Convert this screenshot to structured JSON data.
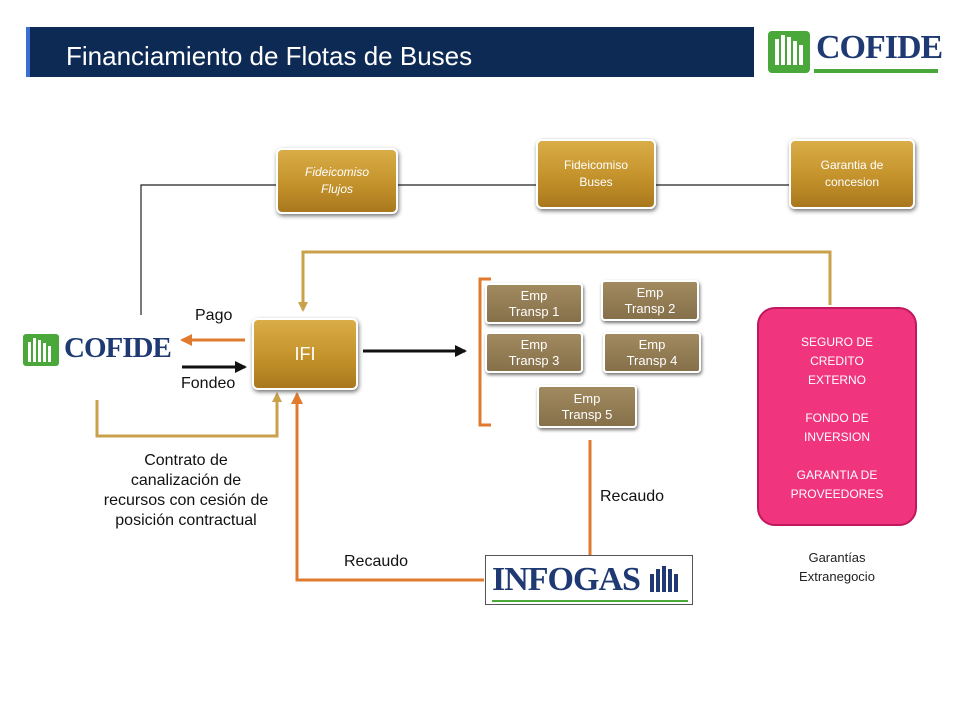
{
  "slide": {
    "title": "Financiamiento de Flotas de Buses"
  },
  "logos": {
    "cofide_text": "COFIDE",
    "infogas_text": "INFOGAS"
  },
  "trusts": {
    "flujos": "Fideicomiso\nFlujos",
    "buses": "Fideicomiso\nBuses",
    "concesion": "Garantia de\nconcesion"
  },
  "ifi": "IFI",
  "companies": [
    "Emp\nTransp 1",
    "Emp\nTransp 2",
    "Emp\nTransp 3",
    "Emp\nTransp 4",
    "Emp\nTransp 5"
  ],
  "labels": {
    "pago": "Pago",
    "fondeo": "Fondeo",
    "contrato": "Contrato de\ncanalización de\nrecursos con cesión de\nposición contractual",
    "recaudo_right": "Recaudo",
    "recaudo_bottom": "Recaudo",
    "garantias": "Garantías\nExtranegocio"
  },
  "guarantees": {
    "seguro": "SEGURO DE\nCREDITO\nEXTERNO",
    "fondo": "FONDO DE\nINVERSION",
    "garantia": "GARANTIA DE\nPROVEEDORES"
  },
  "colors": {
    "title_bar": "#0d2a55",
    "gold_connector": "#c9a14a",
    "orange_arrow": "#e07a2e",
    "pink_box": "#f0357e",
    "cofide_navy": "#1f3a73",
    "cofide_green": "#4aa83a"
  }
}
